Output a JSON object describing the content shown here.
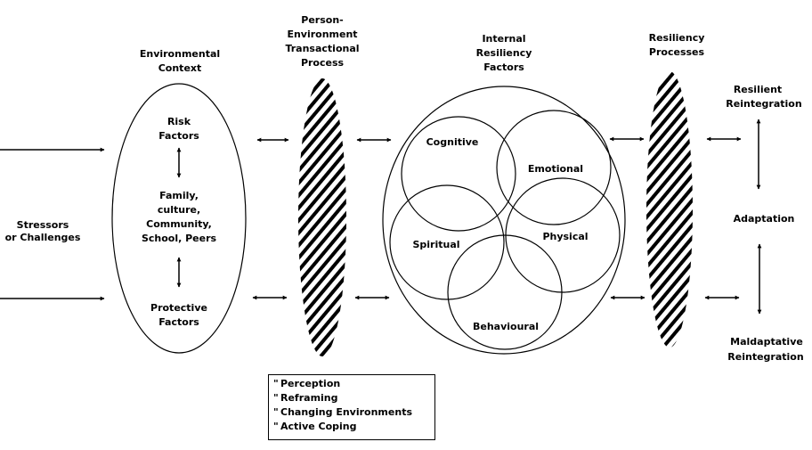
{
  "diagram": {
    "input": {
      "label_lines": [
        "Stressors",
        "or Challenges"
      ]
    },
    "environmental_context": {
      "title_lines": [
        "Environmental",
        "Context"
      ],
      "risk_lines": [
        "Risk",
        "Factors"
      ],
      "middle_lines": [
        "Family,",
        "culture,",
        "Community,",
        "School, Peers"
      ],
      "protective_lines": [
        "Protective",
        "Factors"
      ]
    },
    "person_environment": {
      "title_lines": [
        "Person-",
        "Environment",
        "Transactional",
        "Process"
      ],
      "processes": [
        "Perception",
        "Reframing",
        "Changing Environments",
        "Active Coping"
      ],
      "bullet": "\""
    },
    "internal_factors": {
      "title_lines": [
        "Internal",
        "Resiliency",
        "Factors"
      ],
      "factors": [
        "Cognitive",
        "Emotional",
        "Spiritual",
        "Physical",
        "Behavioural"
      ]
    },
    "resiliency_processes": {
      "title_lines": [
        "Resiliency",
        "Processes"
      ]
    },
    "outcomes": {
      "resilient_lines": [
        "Resilient",
        "Reintegration"
      ],
      "adaptation": "Adaptation",
      "maladaptive_lines": [
        "Maldaptative",
        "Reintegration"
      ]
    },
    "colors": {
      "line": "#000000",
      "background": "#ffffff"
    }
  }
}
